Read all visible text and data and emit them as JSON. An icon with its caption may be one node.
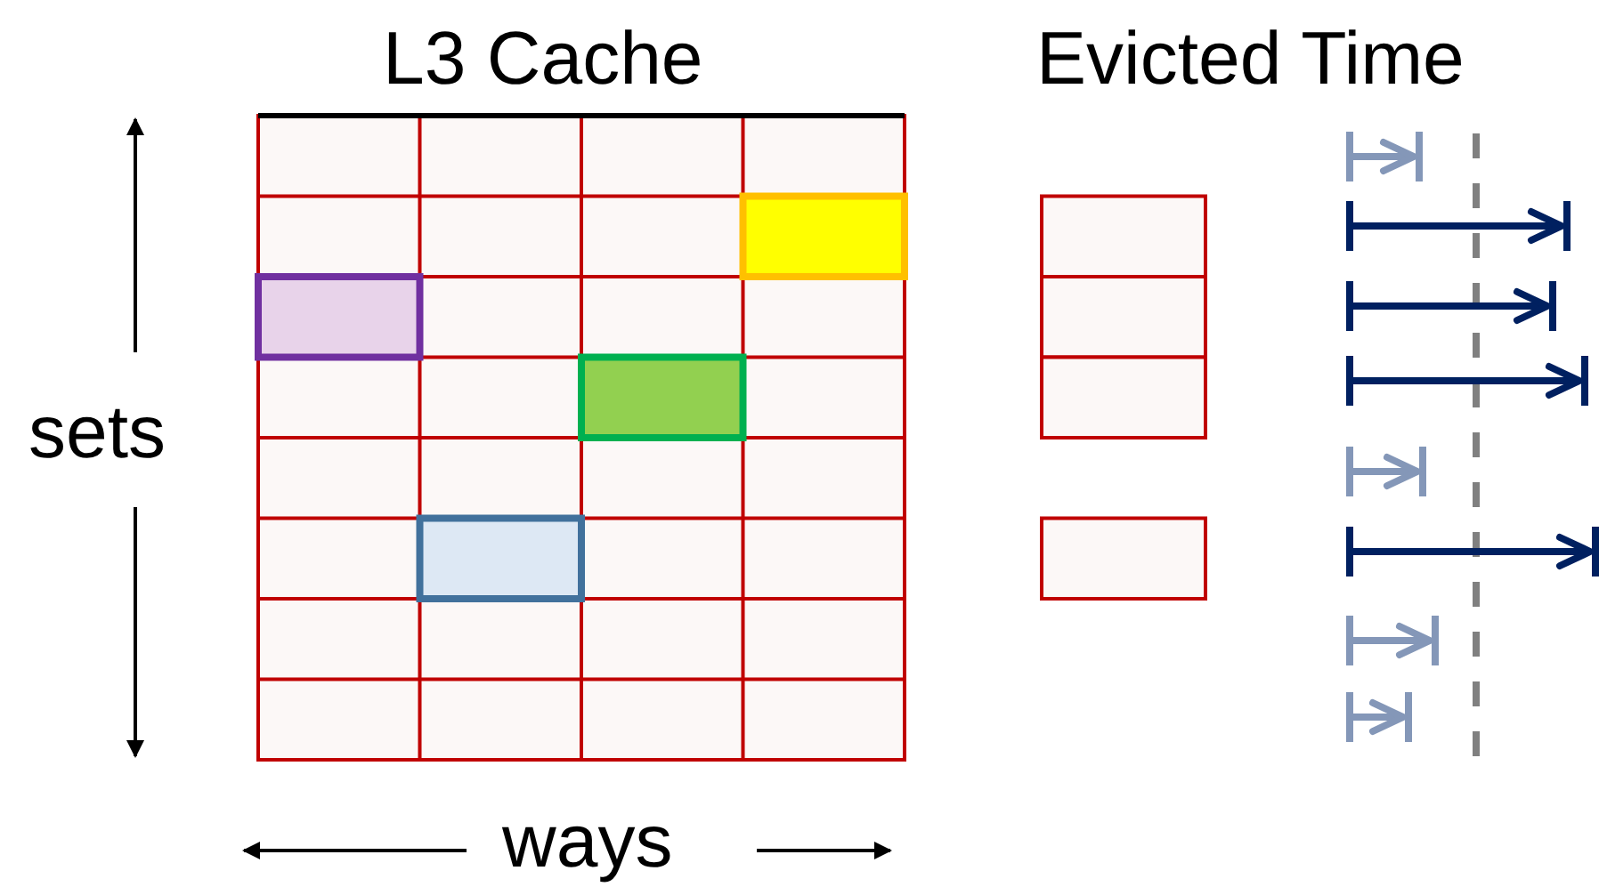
{
  "diagram": {
    "labels": [
      "L3 Cache",
      "Evicted Time",
      "sets",
      "ways"
    ]
  }
}
